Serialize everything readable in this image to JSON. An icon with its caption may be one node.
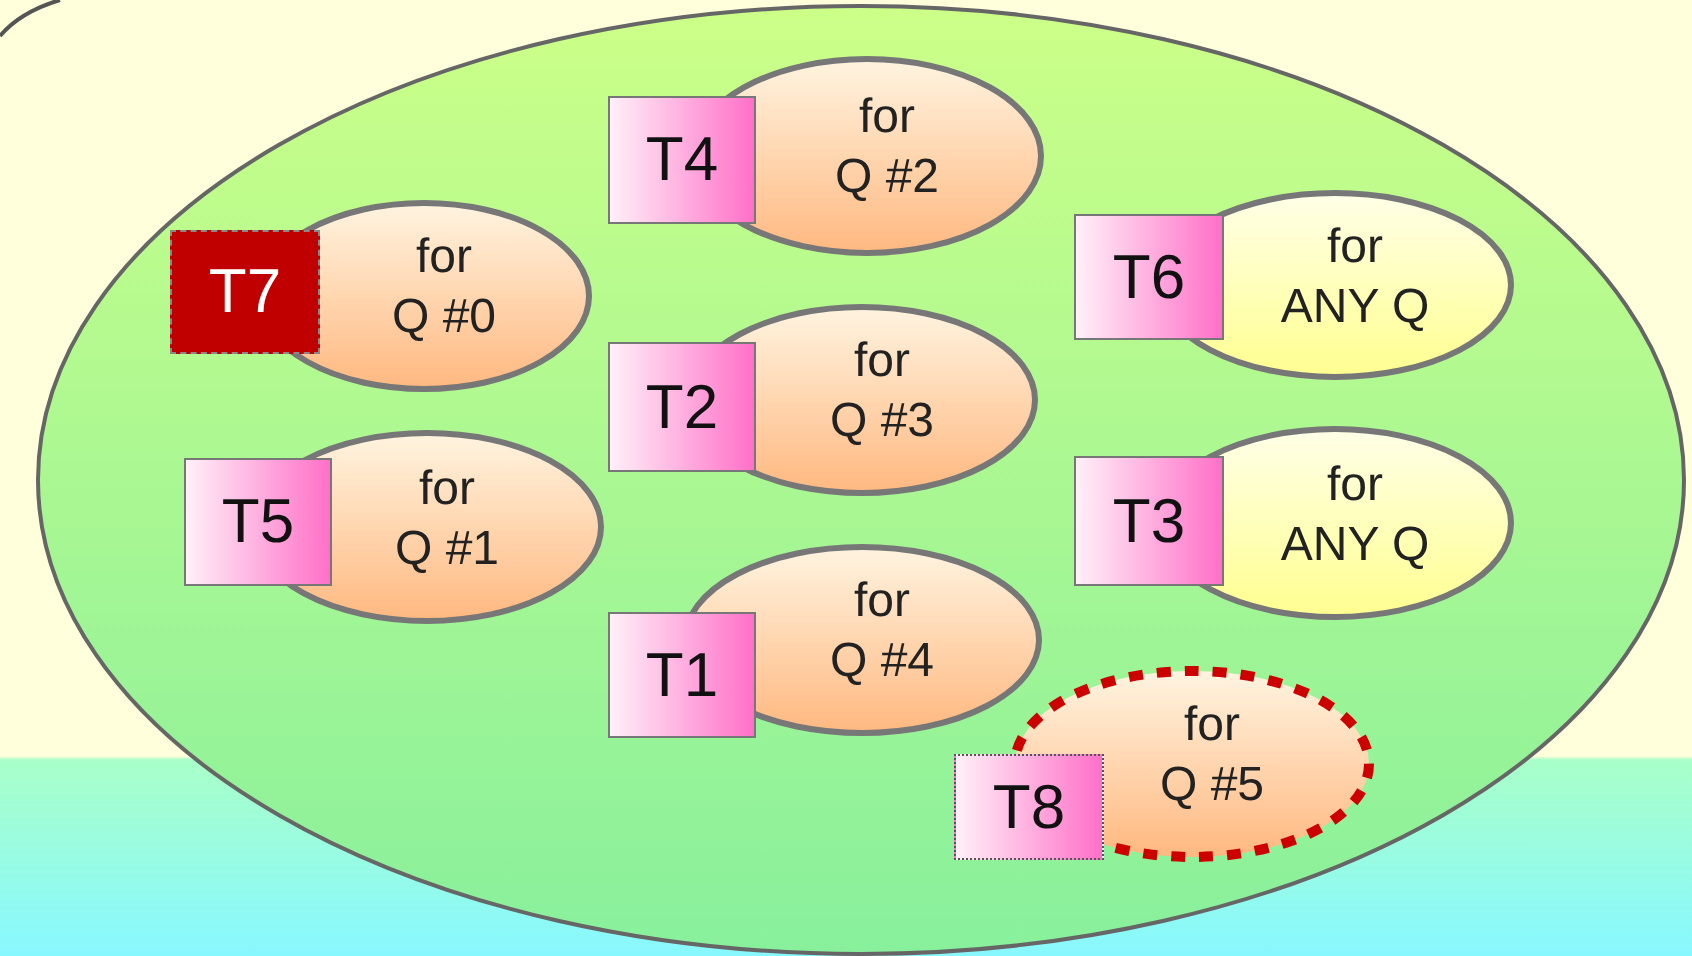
{
  "diagram": {
    "nodes": [
      {
        "text": [],
        "shape": "ellipse"
      },
      {
        "text": [
          "T4"
        ],
        "in": 0
      },
      {
        "text": [
          "for Q #2"
        ],
        "in": 0
      },
      {
        "text": [
          "T7"
        ],
        "in": 0
      },
      {
        "text": [
          "for Q #0"
        ],
        "in": 0
      },
      {
        "text": [
          "T6"
        ],
        "in": 0
      },
      {
        "text": [
          "for ANY Q"
        ],
        "in": 0
      },
      {
        "text": [
          "T2"
        ],
        "in": 0
      },
      {
        "text": [
          "for Q #3"
        ],
        "in": 0
      },
      {
        "text": [
          "T5"
        ],
        "in": 0
      },
      {
        "text": [
          "for Q #1"
        ],
        "in": 0
      },
      {
        "text": [
          "T3"
        ],
        "in": 0
      },
      {
        "text": [
          "for ANY Q"
        ],
        "in": 0
      },
      {
        "text": [
          "T1"
        ],
        "in": 0
      },
      {
        "text": [
          "for Q #4"
        ],
        "in": 0
      },
      {
        "text": [
          "T8"
        ],
        "in": 0
      },
      {
        "text": [
          "for Q #5"
        ],
        "in": 0
      }
    ]
  }
}
